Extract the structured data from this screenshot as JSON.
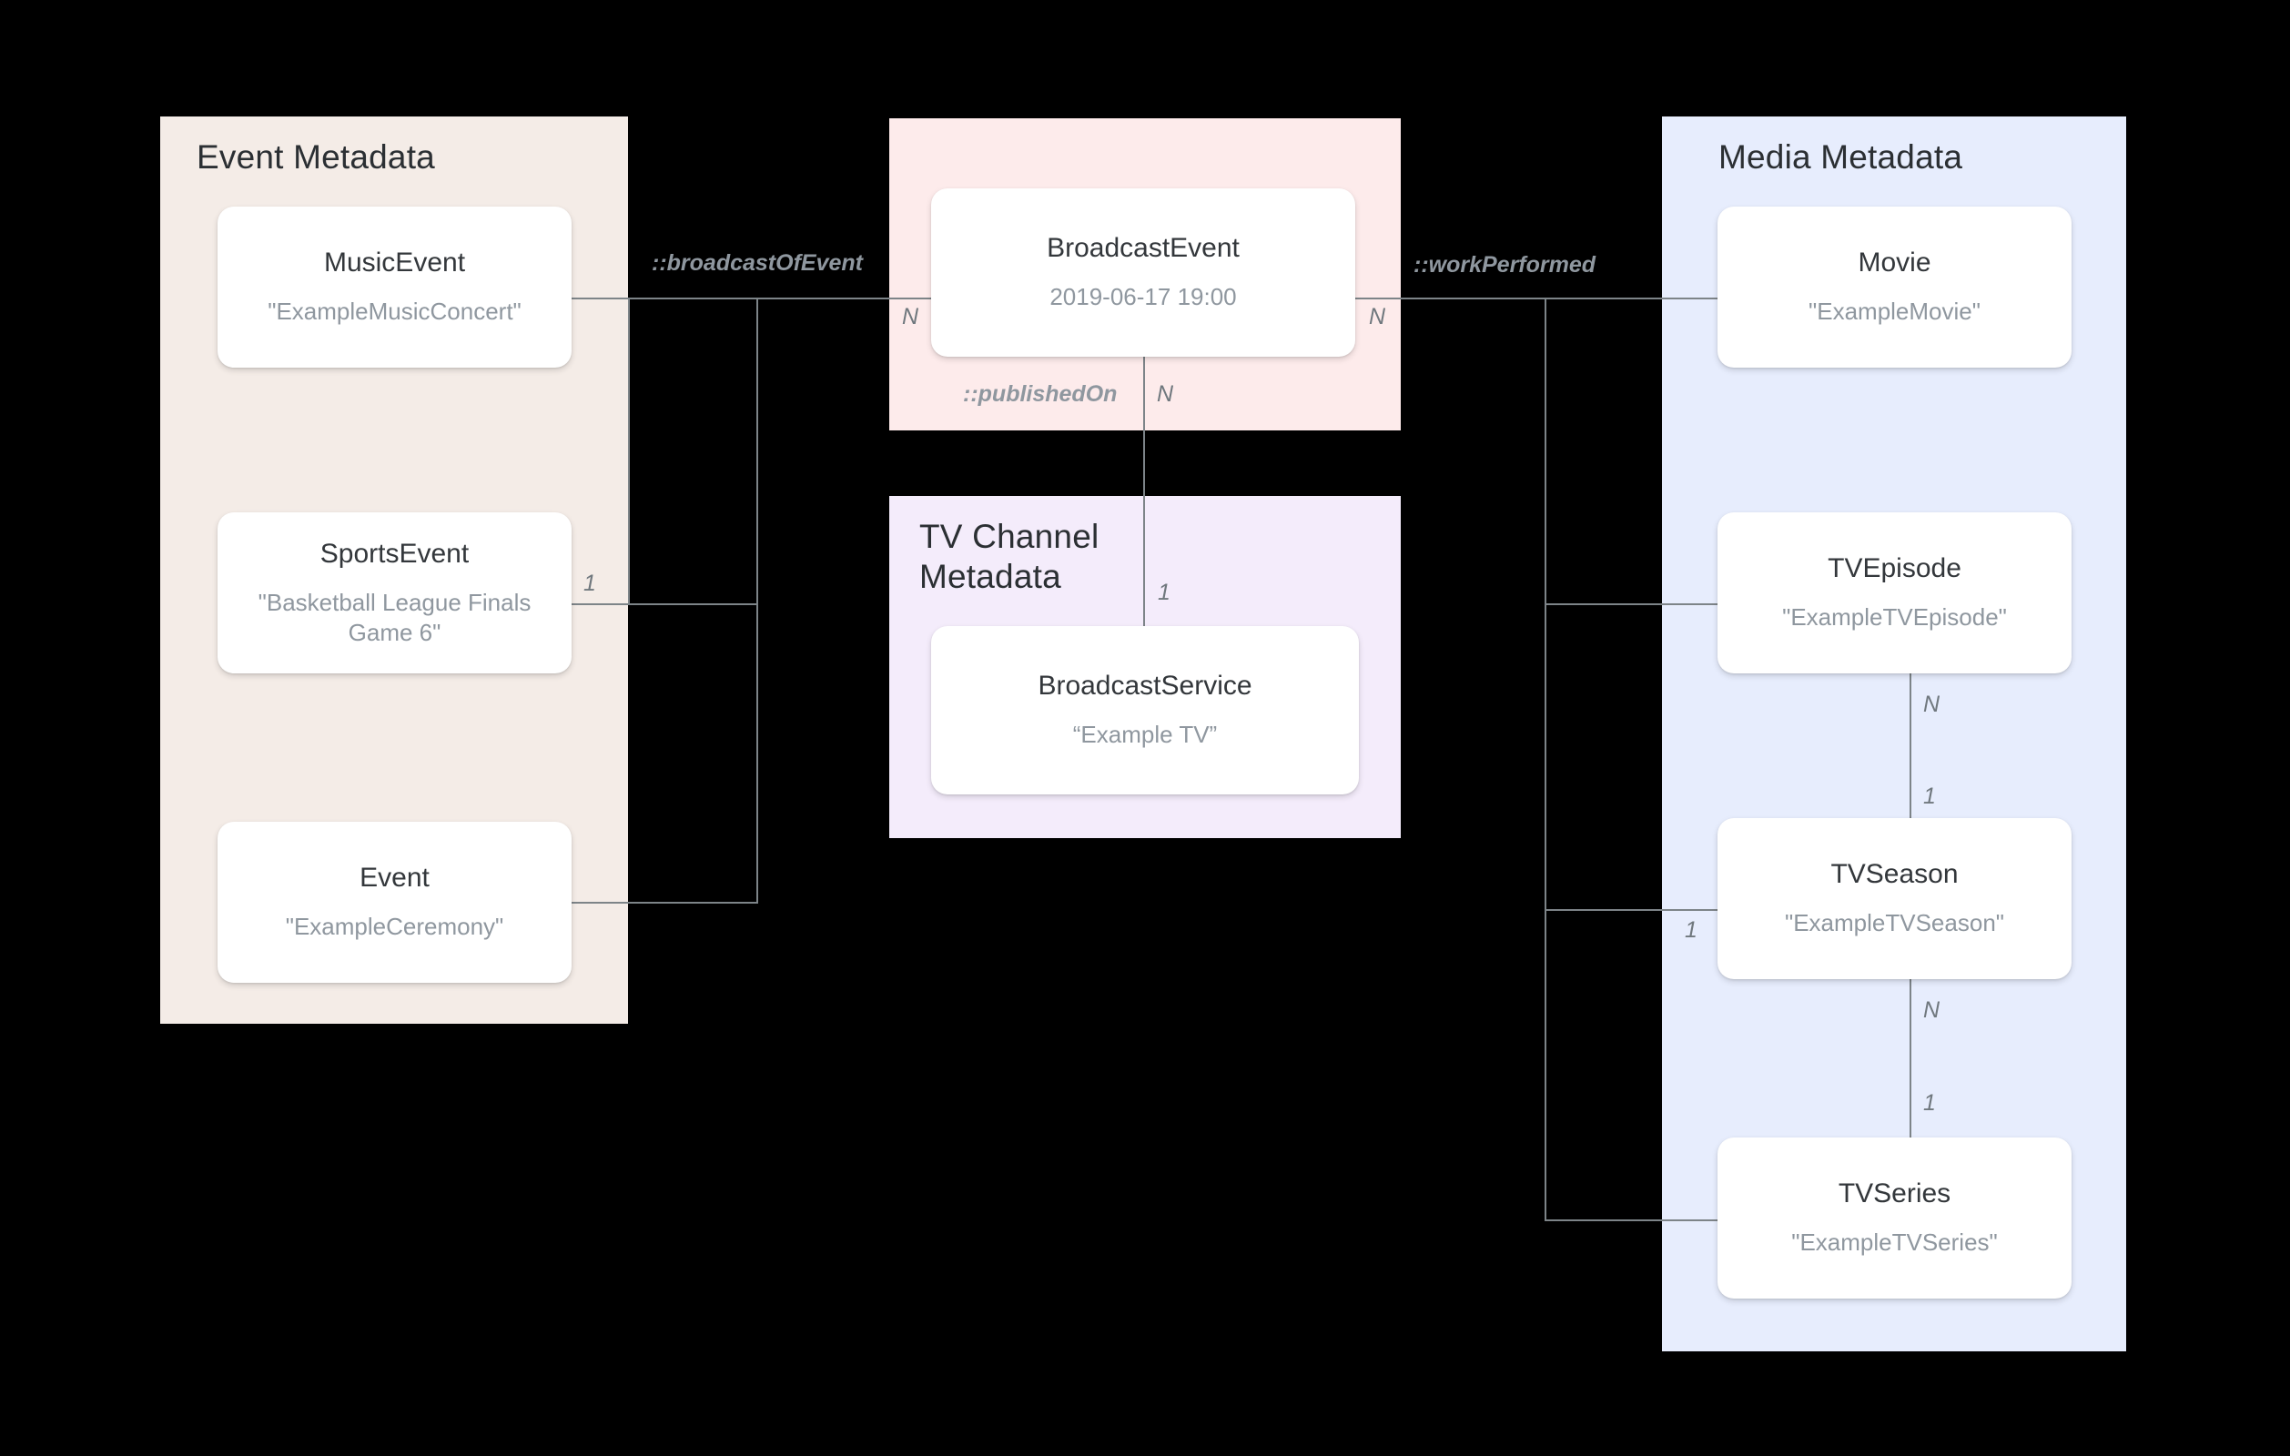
{
  "diagram": {
    "title": "Broadcast metadata entity relationship diagram",
    "background": "#000000",
    "colors": {
      "event_group": "#f4ece7",
      "broadcast_group": "#fdebeb",
      "tv_channel_group": "#f4ecfb",
      "media_group": "#e7edfd",
      "card_bg": "#ffffff",
      "card_title_text": "#33373b",
      "card_value_text": "#8f979f",
      "line": "#7d8488"
    }
  },
  "groups": {
    "event": {
      "title": "Event Metadata"
    },
    "broadcast": {
      "title": ""
    },
    "tv_channel": {
      "title": "TV Channel\nMetadata"
    },
    "media": {
      "title": "Media Metadata"
    }
  },
  "entities": {
    "music_event": {
      "type": "MusicEvent",
      "value": "\"ExampleMusicConcert\""
    },
    "sports_event": {
      "type": "SportsEvent",
      "value": "\"Basketball League Finals Game 6\""
    },
    "event": {
      "type": "Event",
      "value": "\"ExampleCeremony\""
    },
    "broadcast_event": {
      "type": "BroadcastEvent",
      "value": "2019-06-17 19:00"
    },
    "broadcast_service": {
      "type": "BroadcastService",
      "value": "“Example TV”"
    },
    "movie": {
      "type": "Movie",
      "value": "\"ExampleMovie\""
    },
    "tv_episode": {
      "type": "TVEpisode",
      "value": "\"ExampleTVEpisode\""
    },
    "tv_season": {
      "type": "TVSeason",
      "value": "\"ExampleTVSeason\""
    },
    "tv_series": {
      "type": "TVSeries",
      "value": "\"ExampleTVSeries\""
    }
  },
  "relations": {
    "broadcast_of_event": {
      "label": "::broadcastOfEvent"
    },
    "work_performed": {
      "label": "::workPerformed"
    },
    "published_on": {
      "label": "::publishedOn"
    }
  },
  "cardinalities": {
    "broadcast_event_left": "N",
    "broadcast_event_right": "N",
    "broadcast_event_bottom": "N",
    "sports_event_right": "1",
    "broadcast_service_top": "1",
    "tv_episode_bottom": "N",
    "tv_season_top": "1",
    "tv_season_left": "1",
    "tv_season_bottom": "N",
    "tv_series_top": "1"
  }
}
